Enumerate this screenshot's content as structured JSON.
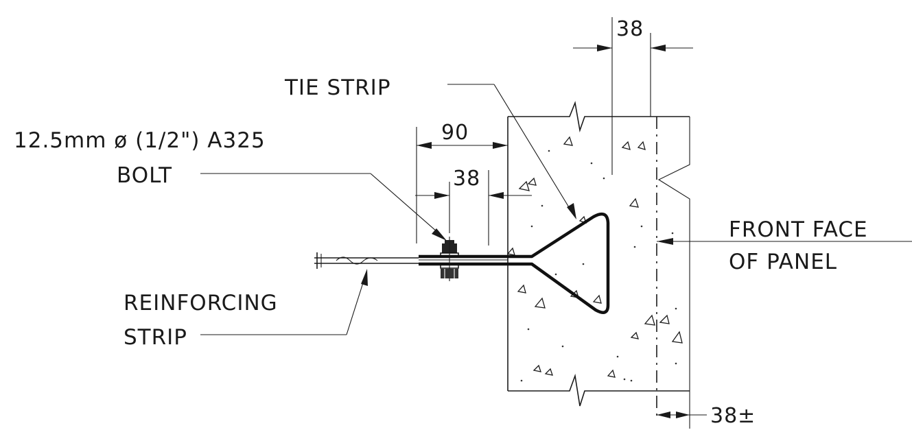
{
  "labels": {
    "tie_strip": "TIE STRIP",
    "bolt_line1": "12.5mm ø (1/2\") A325",
    "bolt_line2": "BOLT",
    "reinforcing_line1": "REINFORCING",
    "reinforcing_line2": "STRIP",
    "front_face_line1": "FRONT FACE",
    "front_face_line2": "OF PANEL"
  },
  "dimensions": {
    "top_38": "38",
    "dim_90": "90",
    "dim_38_inner": "38",
    "bottom_38": "38±"
  }
}
